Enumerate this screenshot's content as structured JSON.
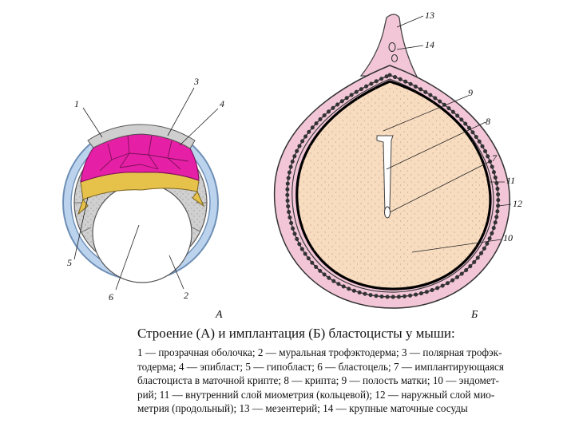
{
  "figure": {
    "panel_a_label": "А",
    "panel_b_label": "Б",
    "labels_a": [
      "1",
      "2",
      "3",
      "4",
      "5",
      "6"
    ],
    "labels_b": [
      "7",
      "8",
      "9",
      "10",
      "11",
      "12",
      "13",
      "14"
    ]
  },
  "caption": {
    "title": "Строение (А) и имплантация (Б) бластоцисты у мыши:",
    "lines": [
      "1 — прозрачная оболочка; 2 — муральная трофэктодерма; 3 — полярная трофэк-",
      "тодерма; 4 — эпибласт; 5 — гипобласт; 6 — бластоцель; 7 — имплантирующаяся",
      "бластоциста в маточной крипте; 8 — крипта; 9 — полость матки; 10 — эндомет-",
      "рий; 11 — внутренний слой миометрия (кольцевой); 12 — наружный слой мио-",
      "метрия (продольный); 13 — мезентерий; 14 — крупные маточные сосуды"
    ]
  },
  "colors": {
    "zona": "#bcd3ee",
    "zona_edge": "#6e8fb6",
    "trophectoderm": "#cfcfcf",
    "epiblast": "#e620a6",
    "hypoblast": "#e7c24b",
    "myometrium": "#f2c6d6",
    "endometrium": "#f8dcc0"
  }
}
